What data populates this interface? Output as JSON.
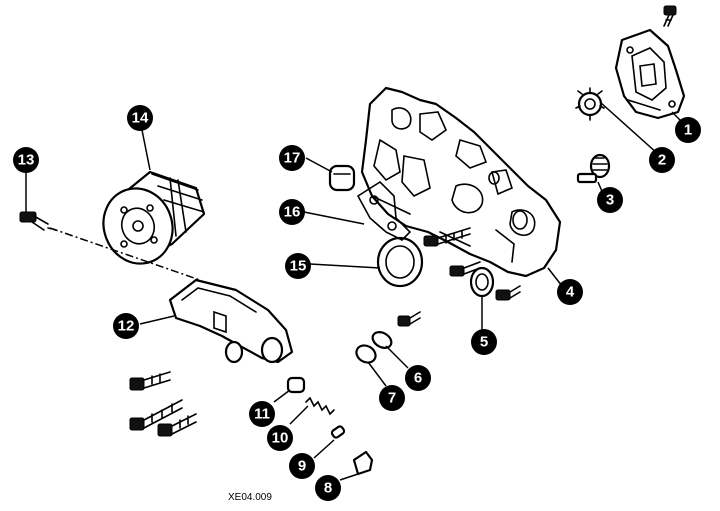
{
  "callouts": [
    {
      "label": "1"
    },
    {
      "label": "2"
    },
    {
      "label": "3"
    },
    {
      "label": "4"
    },
    {
      "label": "5"
    },
    {
      "label": "6"
    },
    {
      "label": "7"
    },
    {
      "label": "8"
    },
    {
      "label": "9"
    },
    {
      "label": "10"
    },
    {
      "label": "11"
    },
    {
      "label": "12"
    },
    {
      "label": "13"
    },
    {
      "label": "14"
    },
    {
      "label": "15"
    },
    {
      "label": "16"
    },
    {
      "label": "17"
    }
  ],
  "reference_code": "XE04.009"
}
